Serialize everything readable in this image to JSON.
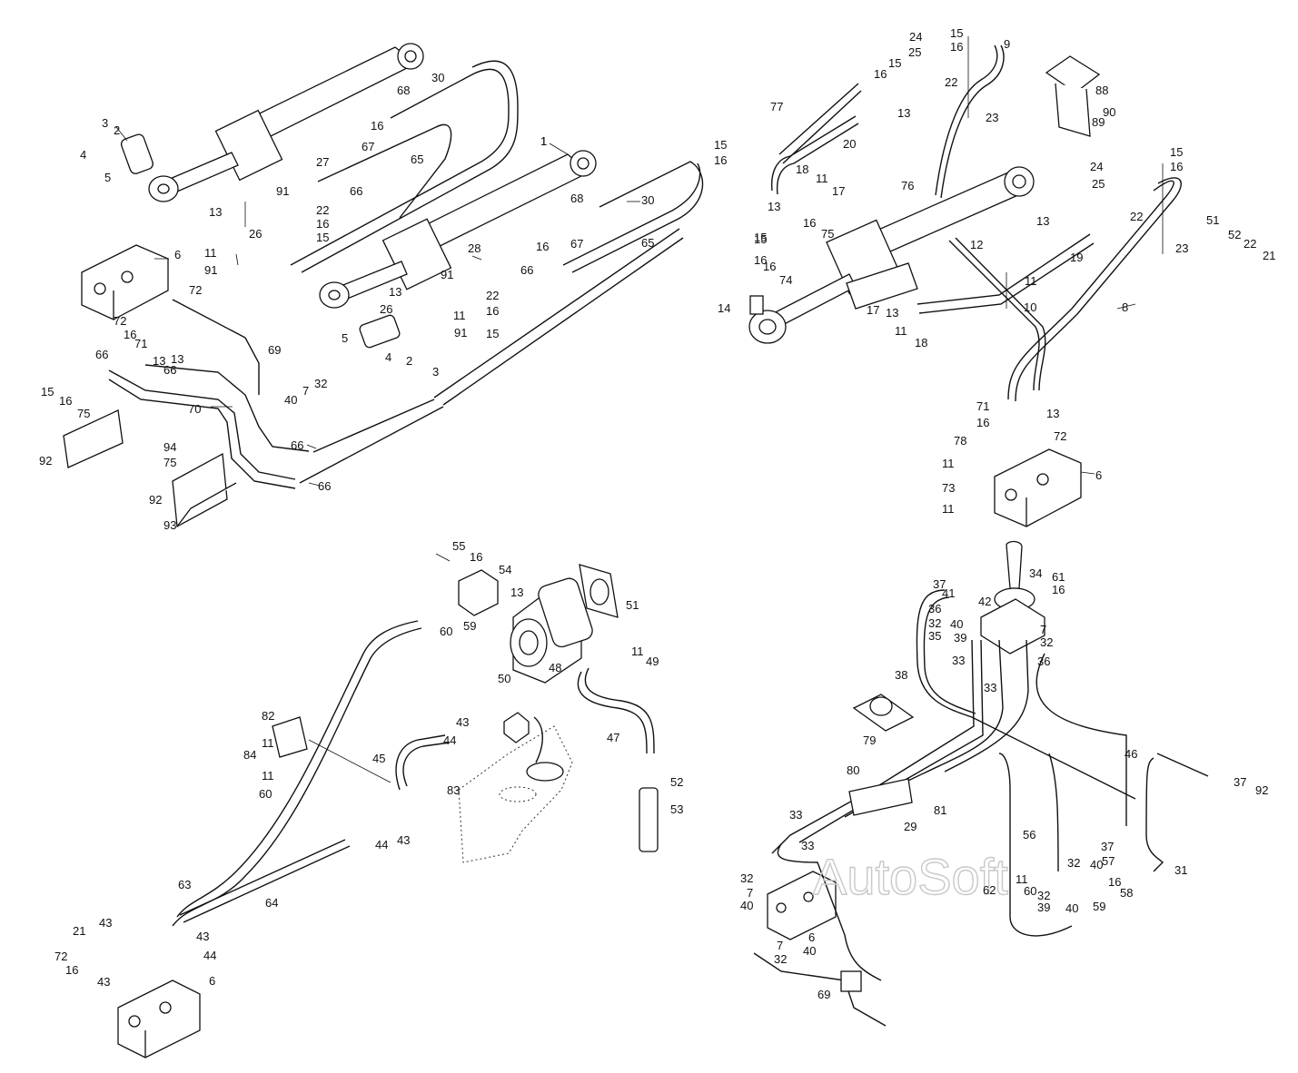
{
  "watermark": "AutoSoft",
  "quadrants": [
    {
      "id": "top-left",
      "callouts": [
        "1",
        "2",
        "3",
        "4",
        "5",
        "6",
        "13",
        "11",
        "91",
        "26",
        "27",
        "16",
        "67",
        "68",
        "30",
        "65",
        "66",
        "91",
        "22",
        "16",
        "15",
        "72",
        "72",
        "16",
        "71",
        "66",
        "13",
        "13",
        "66",
        "69",
        "70",
        "40",
        "7",
        "32",
        "15",
        "16",
        "75",
        "92",
        "94",
        "75",
        "92",
        "93",
        "66",
        "66",
        "1",
        "68",
        "30",
        "28",
        "16",
        "67",
        "65",
        "91",
        "66",
        "13",
        "26",
        "22",
        "16",
        "11",
        "91",
        "15",
        "5",
        "4",
        "2",
        "3"
      ]
    },
    {
      "id": "top-right",
      "callouts": [
        "24",
        "25",
        "15",
        "16",
        "9",
        "16",
        "15",
        "22",
        "23",
        "13",
        "77",
        "20",
        "15",
        "16",
        "18",
        "11",
        "17",
        "13",
        "15",
        "16",
        "16",
        "75",
        "15",
        "16",
        "74",
        "14",
        "17",
        "13",
        "11",
        "18",
        "12",
        "13",
        "19",
        "11",
        "10",
        "76",
        "88",
        "90",
        "89",
        "24",
        "25",
        "15",
        "16",
        "22",
        "23",
        "51",
        "52",
        "22",
        "21",
        "8",
        "71",
        "16",
        "13",
        "72",
        "78",
        "11",
        "73",
        "11",
        "6"
      ]
    },
    {
      "id": "bottom-left",
      "callouts": [
        "55",
        "16",
        "54",
        "13",
        "51",
        "59",
        "60",
        "50",
        "48",
        "11",
        "49",
        "47",
        "52",
        "53",
        "82",
        "11",
        "84",
        "11",
        "60",
        "45",
        "43",
        "44",
        "83",
        "44",
        "43",
        "63",
        "64",
        "21",
        "43",
        "72",
        "16",
        "43",
        "43",
        "44",
        "6"
      ]
    },
    {
      "id": "bottom-right",
      "callouts": [
        "37",
        "41",
        "42",
        "34",
        "61",
        "16",
        "36",
        "32",
        "40",
        "35",
        "39",
        "7",
        "32",
        "36",
        "33",
        "33",
        "38",
        "79",
        "80",
        "81",
        "29",
        "46",
        "37",
        "92",
        "33",
        "33",
        "56",
        "32",
        "11",
        "62",
        "60",
        "32",
        "39",
        "40",
        "37",
        "57",
        "40",
        "16",
        "58",
        "59",
        "31",
        "32",
        "7",
        "40",
        "6",
        "7",
        "32",
        "40",
        "69"
      ]
    }
  ]
}
